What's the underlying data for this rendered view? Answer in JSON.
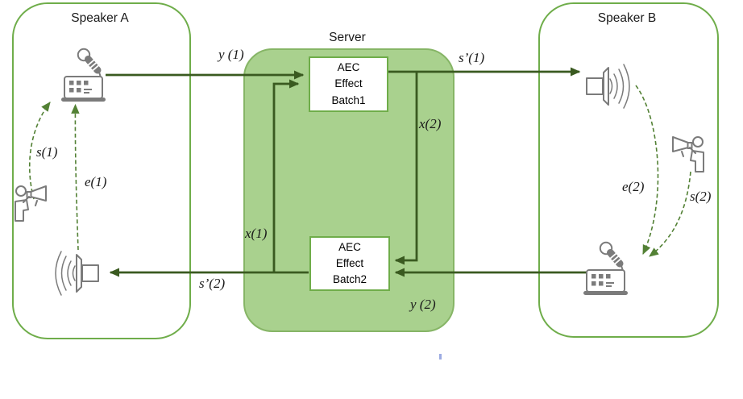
{
  "boxes": {
    "speaker_a": {
      "title": "Speaker A"
    },
    "speaker_b": {
      "title": "Speaker B"
    },
    "server": {
      "title": "Server"
    },
    "batch1": {
      "lines": [
        "AEC",
        "Effect",
        "Batch1"
      ]
    },
    "batch2": {
      "lines": [
        "AEC",
        "Effect",
        "Batch2"
      ]
    }
  },
  "signals": {
    "y1": "y (1)",
    "s1p": "s’(1)",
    "x2": "x(2)",
    "x1": "x(1)",
    "s2p": "s’(2)",
    "y2": "y (2)",
    "s1": "s(1)",
    "e1": "e(1)",
    "e2": "e(2)",
    "s2": "s(2)"
  },
  "icons": {
    "mic_a": "microphone-recorder-icon",
    "mic_b": "microphone-recorder-icon",
    "loudspeaker_a": "loudspeaker-icon",
    "loudspeaker_b": "loudspeaker-icon",
    "person_a": "person-megaphone-icon",
    "person_b": "person-megaphone-icon"
  },
  "colors": {
    "arrow_color": "#3a5a20",
    "dash_color": "#538135",
    "box_border": "#6fad4a",
    "server_fill": "#a9d18e",
    "server_border": "#86b566",
    "icon_color": "#7b7b7b",
    "text_color": "#1a1a1a"
  }
}
